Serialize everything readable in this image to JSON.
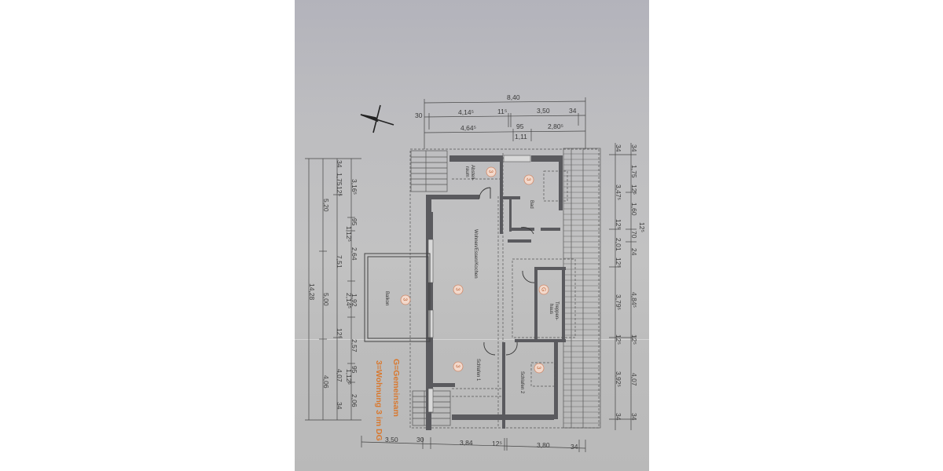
{
  "photo": {
    "subject": "architectural floor plan, attic floor (DG), rotated 90°",
    "paper_color": "#c0c0c0",
    "accent_color": "#d9782e"
  },
  "legend": {
    "common": "G=Gemeinsam",
    "unit": "3=Wohnung 3 im DG"
  },
  "compass": {
    "icon": "north-arrow-icon"
  },
  "rooms": [
    {
      "id": "abstellraum",
      "label": "Abstell-\nraum",
      "line1": "Abstell-",
      "line2": "raum",
      "badge": "3"
    },
    {
      "id": "bad",
      "label": "Bad",
      "badge": "3"
    },
    {
      "id": "wohnen",
      "label": "Wohnen/Essen/Kochen",
      "badge": "3"
    },
    {
      "id": "balkon",
      "label": "Balkon",
      "badge": "3"
    },
    {
      "id": "treppenhaus",
      "label": "Treppen-\nhaus",
      "line1": "Treppen-",
      "line2": "haus",
      "badge": "G"
    },
    {
      "id": "schlafen1",
      "label": "Schlafen 1",
      "badge": "3"
    },
    {
      "id": "schlafen2",
      "label": "Schlafen 2",
      "badge": "3"
    }
  ],
  "dimensions": {
    "top": {
      "row1": [
        "8,40"
      ],
      "row2": [
        "30",
        "4,14⁵",
        "11⁵",
        "3,50",
        "34"
      ],
      "row3": [
        "4,64⁵",
        "95",
        "1,11",
        "2,80⁵"
      ]
    },
    "bottom": [
      "3,50",
      "30",
      "3,84",
      "12⁵",
      "3,80",
      "34"
    ],
    "left": {
      "outer": [
        "14,28"
      ],
      "col2": [
        "5,20",
        "5,00",
        "4,06"
      ],
      "col3": [
        "34",
        "1,75",
        "12⁵",
        "7,51",
        "12⁵",
        "4,07",
        "34"
      ],
      "col4": [
        "3,16⁵",
        "95",
        "1,12⁵",
        "2,64",
        "1,92",
        "2,14⁵",
        "2,57",
        "95",
        "1,12⁵",
        "2,06"
      ]
    },
    "right": {
      "col1": [
        "34",
        "3,47⁵",
        "12⁵",
        "2,01",
        "12⁵",
        "3,79⁵",
        "12⁵",
        "3,92⁵",
        "34"
      ],
      "col2": [
        "34",
        "1,75",
        "12⁵",
        "1,60",
        "12⁵",
        "70",
        "24",
        "4,84⁵",
        "12⁵",
        "4,07",
        "34"
      ]
    }
  }
}
